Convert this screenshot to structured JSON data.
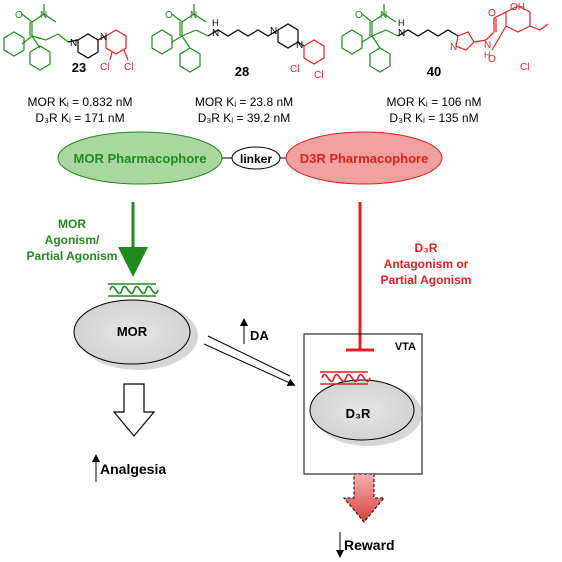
{
  "compounds": [
    {
      "id": "23",
      "mor_ki": "MOR Kᵢ = 0.832 nM",
      "d3r_ki": "D₃R Kᵢ = 171 nM"
    },
    {
      "id": "28",
      "mor_ki": "MOR Kᵢ = 23.8 nM",
      "d3r_ki": "D₃R Kᵢ = 39.2 nM"
    },
    {
      "id": "40",
      "mor_ki": "MOR Kᵢ = 106 nM",
      "d3r_ki": "D₃R Kᵢ = 135 nM"
    }
  ],
  "atoms": {
    "o": "O",
    "n": "N",
    "h": "H",
    "oh": "OH",
    "cl": "Cl"
  },
  "pharmacophores": {
    "mor": "MOR Pharmacophore",
    "linker": "linker",
    "d3r": "D3R Pharmacophore"
  },
  "left_pathway": {
    "mechanism_line1": "MOR",
    "mechanism_line2": "Agonism/",
    "mechanism_line3": "Partial Agonism",
    "receptor": "MOR",
    "outcome": "Analgesia"
  },
  "right_pathway": {
    "mechanism_line1": "D₃R",
    "mechanism_line2": "Antagonism or",
    "mechanism_line3": "Partial Agonism",
    "region": "VTA",
    "receptor": "D₃R",
    "outcome": "Reward"
  },
  "dopamine": "DA",
  "colors": {
    "green": "#1f8a1f",
    "green_fill": "#a8d8a0",
    "red": "#e02020",
    "red_fill": "#f2a0a0",
    "gray_fill": "#dcdcdc"
  }
}
